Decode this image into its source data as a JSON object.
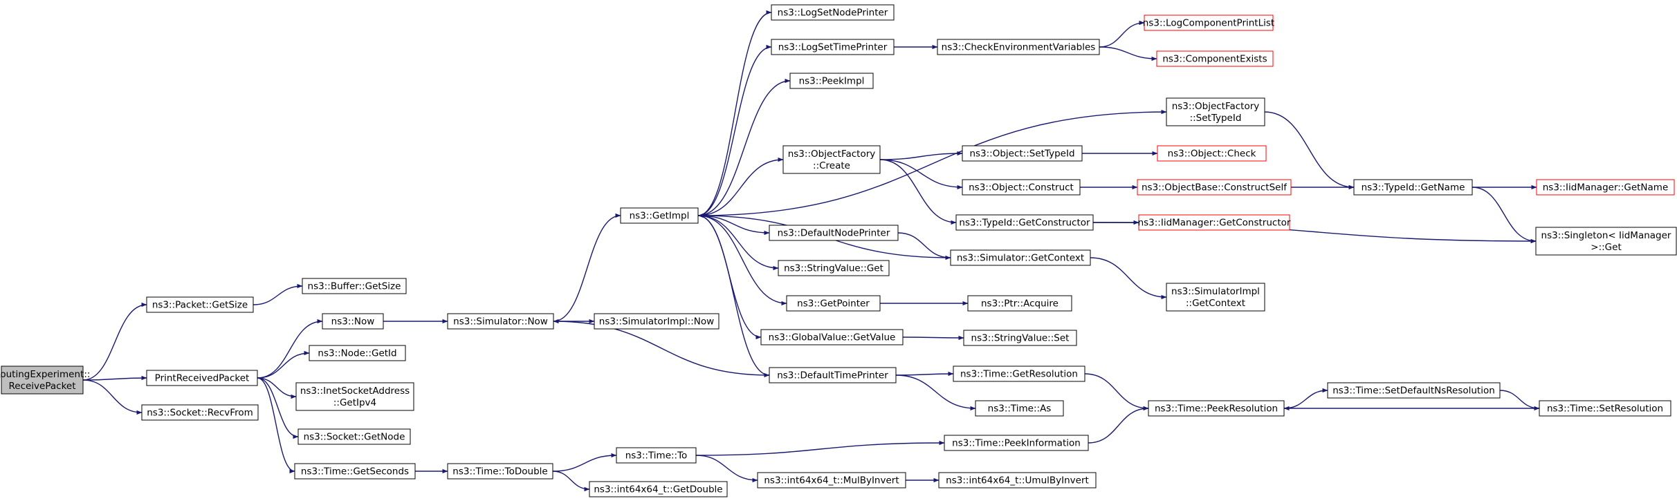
{
  "graph": {
    "edge_color": "#191970",
    "truncated_node_border_color": "#ff0000",
    "root_fill_color": "#bfbfbf",
    "nodes": [
      {
        "id": "routing_receive",
        "lines": [
          "RoutingExperiment::",
          "ReceivePacket"
        ],
        "root": true
      },
      {
        "id": "packet_getsize",
        "lines": [
          "ns3::Packet::GetSize"
        ]
      },
      {
        "id": "buffer_getsize",
        "lines": [
          "ns3::Buffer::GetSize"
        ]
      },
      {
        "id": "print_received",
        "lines": [
          "PrintReceivedPacket"
        ]
      },
      {
        "id": "socket_recvfrom",
        "lines": [
          "ns3::Socket::RecvFrom"
        ]
      },
      {
        "id": "now",
        "lines": [
          "ns3::Now"
        ]
      },
      {
        "id": "node_getid",
        "lines": [
          "ns3::Node::GetId"
        ]
      },
      {
        "id": "inet_getipv4",
        "lines": [
          "ns3::InetSocketAddress",
          "::GetIpv4"
        ]
      },
      {
        "id": "socket_getnode",
        "lines": [
          "ns3::Socket::GetNode"
        ]
      },
      {
        "id": "time_getseconds",
        "lines": [
          "ns3::Time::GetSeconds"
        ]
      },
      {
        "id": "sim_now",
        "lines": [
          "ns3::Simulator::Now"
        ]
      },
      {
        "id": "simimpl_now",
        "lines": [
          "ns3::SimulatorImpl::Now"
        ]
      },
      {
        "id": "time_todouble",
        "lines": [
          "ns3::Time::ToDouble"
        ]
      },
      {
        "id": "time_to",
        "lines": [
          "ns3::Time::To"
        ]
      },
      {
        "id": "i64_getdouble",
        "lines": [
          "ns3::int64x64_t::GetDouble"
        ]
      },
      {
        "id": "getimpl",
        "lines": [
          "ns3::GetImpl"
        ]
      },
      {
        "id": "logsetnodeprinter",
        "lines": [
          "ns3::LogSetNodePrinter"
        ]
      },
      {
        "id": "logsettimeprinter",
        "lines": [
          "ns3::LogSetTimePrinter"
        ]
      },
      {
        "id": "peekimpl",
        "lines": [
          "ns3::PeekImpl"
        ]
      },
      {
        "id": "objfactory_create",
        "lines": [
          "ns3::ObjectFactory",
          "::Create"
        ]
      },
      {
        "id": "defaultnodeprinter",
        "lines": [
          "ns3::DefaultNodePrinter"
        ]
      },
      {
        "id": "stringvalue_get",
        "lines": [
          "ns3::StringValue::Get"
        ]
      },
      {
        "id": "getpointer",
        "lines": [
          "ns3::GetPointer"
        ]
      },
      {
        "id": "globalvalue_getvalue",
        "lines": [
          "ns3::GlobalValue::GetValue"
        ]
      },
      {
        "id": "defaulttimeprinter",
        "lines": [
          "ns3::DefaultTimePrinter"
        ]
      },
      {
        "id": "i64_mulbyinvert",
        "lines": [
          "ns3::int64x64_t::MulByInvert"
        ]
      },
      {
        "id": "checkenv",
        "lines": [
          "ns3::CheckEnvironmentVariables"
        ]
      },
      {
        "id": "logcomponentprintlist",
        "lines": [
          "ns3::LogComponentPrintList"
        ],
        "truncated": true
      },
      {
        "id": "componentexists",
        "lines": [
          "ns3::ComponentExists"
        ],
        "truncated": true
      },
      {
        "id": "objfactory_settypeid",
        "lines": [
          "ns3::ObjectFactory",
          "::SetTypeId"
        ]
      },
      {
        "id": "object_settypeid",
        "lines": [
          "ns3::Object::SetTypeId"
        ]
      },
      {
        "id": "object_check",
        "lines": [
          "ns3::Object::Check"
        ],
        "truncated": true
      },
      {
        "id": "object_construct",
        "lines": [
          "ns3::Object::Construct"
        ]
      },
      {
        "id": "objectbase_constructself",
        "lines": [
          "ns3::ObjectBase::ConstructSelf"
        ],
        "truncated": true
      },
      {
        "id": "typeid_getconstructor",
        "lines": [
          "ns3::TypeId::GetConstructor"
        ]
      },
      {
        "id": "iidmanager_getconstructor",
        "lines": [
          "ns3::IidManager::GetConstructor"
        ],
        "truncated": true
      },
      {
        "id": "sim_getcontext",
        "lines": [
          "ns3::Simulator::GetContext"
        ]
      },
      {
        "id": "simimpl_getcontext",
        "lines": [
          "ns3::SimulatorImpl",
          "::GetContext"
        ]
      },
      {
        "id": "ptr_acquire",
        "lines": [
          "ns3::Ptr::Acquire"
        ]
      },
      {
        "id": "stringvalue_set",
        "lines": [
          "ns3::StringValue::Set"
        ]
      },
      {
        "id": "time_getresolution",
        "lines": [
          "ns3::Time::GetResolution"
        ]
      },
      {
        "id": "time_as",
        "lines": [
          "ns3::Time::As"
        ]
      },
      {
        "id": "time_peekinformation",
        "lines": [
          "ns3::Time::PeekInformation"
        ]
      },
      {
        "id": "i64_umulbyinvert",
        "lines": [
          "ns3::int64x64_t::UmulByInvert"
        ]
      },
      {
        "id": "time_peekresolution",
        "lines": [
          "ns3::Time::PeekResolution"
        ]
      },
      {
        "id": "typeid_getname",
        "lines": [
          "ns3::TypeId::GetName"
        ]
      },
      {
        "id": "iidmanager_getname",
        "lines": [
          "ns3::IidManager::GetName"
        ],
        "truncated": true
      },
      {
        "id": "singleton_get",
        "lines": [
          "ns3::Singleton< IidManager",
          ">::Get"
        ]
      },
      {
        "id": "time_setdefaultnsres",
        "lines": [
          "ns3::Time::SetDefaultNsResolution"
        ]
      },
      {
        "id": "time_setresolution",
        "lines": [
          "ns3::Time::SetResolution"
        ]
      }
    ],
    "edges": [
      [
        "routing_receive",
        "packet_getsize"
      ],
      [
        "routing_receive",
        "print_received"
      ],
      [
        "routing_receive",
        "socket_recvfrom"
      ],
      [
        "packet_getsize",
        "buffer_getsize"
      ],
      [
        "print_received",
        "now"
      ],
      [
        "print_received",
        "node_getid"
      ],
      [
        "print_received",
        "inet_getipv4"
      ],
      [
        "print_received",
        "socket_getnode"
      ],
      [
        "print_received",
        "time_getseconds"
      ],
      [
        "now",
        "sim_now"
      ],
      [
        "sim_now",
        "getimpl"
      ],
      [
        "sim_now",
        "simimpl_now"
      ],
      [
        "time_getseconds",
        "time_todouble"
      ],
      [
        "time_todouble",
        "time_to"
      ],
      [
        "time_todouble",
        "i64_getdouble"
      ],
      [
        "time_to",
        "time_peekinformation"
      ],
      [
        "time_to",
        "i64_mulbyinvert"
      ],
      [
        "i64_mulbyinvert",
        "i64_umulbyinvert"
      ],
      [
        "getimpl",
        "logsetnodeprinter"
      ],
      [
        "getimpl",
        "logsettimeprinter"
      ],
      [
        "getimpl",
        "peekimpl"
      ],
      [
        "getimpl",
        "objfactory_settypeid"
      ],
      [
        "getimpl",
        "objfactory_create"
      ],
      [
        "getimpl",
        "defaultnodeprinter"
      ],
      [
        "getimpl",
        "stringvalue_get"
      ],
      [
        "getimpl",
        "getpointer"
      ],
      [
        "getimpl",
        "globalvalue_getvalue"
      ],
      [
        "getimpl",
        "defaulttimeprinter"
      ],
      [
        "logsettimeprinter",
        "checkenv"
      ],
      [
        "checkenv",
        "logcomponentprintlist"
      ],
      [
        "checkenv",
        "componentexists"
      ],
      [
        "objfactory_settypeid",
        "typeid_getname"
      ],
      [
        "objfactory_create",
        "object_settypeid"
      ],
      [
        "objfactory_create",
        "object_construct"
      ],
      [
        "objfactory_create",
        "typeid_getconstructor"
      ],
      [
        "object_settypeid",
        "object_check"
      ],
      [
        "object_construct",
        "objectbase_constructself"
      ],
      [
        "objectbase_constructself",
        "typeid_getname"
      ],
      [
        "typeid_getname",
        "iidmanager_getname"
      ],
      [
        "typeid_getname",
        "singleton_get"
      ],
      [
        "typeid_getconstructor",
        "iidmanager_getconstructor"
      ],
      [
        "typeid_getconstructor",
        "singleton_get"
      ],
      [
        "defaultnodeprinter",
        "sim_getcontext"
      ],
      [
        "sim_getcontext",
        "getimpl"
      ],
      [
        "sim_getcontext",
        "simimpl_getcontext"
      ],
      [
        "getpointer",
        "ptr_acquire"
      ],
      [
        "globalvalue_getvalue",
        "stringvalue_set"
      ],
      [
        "defaulttimeprinter",
        "sim_now"
      ],
      [
        "defaulttimeprinter",
        "time_getresolution"
      ],
      [
        "defaulttimeprinter",
        "time_as"
      ],
      [
        "time_getresolution",
        "time_peekresolution"
      ],
      [
        "time_peekinformation",
        "time_peekresolution"
      ],
      [
        "time_peekresolution",
        "time_setdefaultnsres"
      ],
      [
        "time_setdefaultnsres",
        "time_setresolution"
      ],
      [
        "time_setresolution",
        "time_peekresolution"
      ]
    ]
  }
}
